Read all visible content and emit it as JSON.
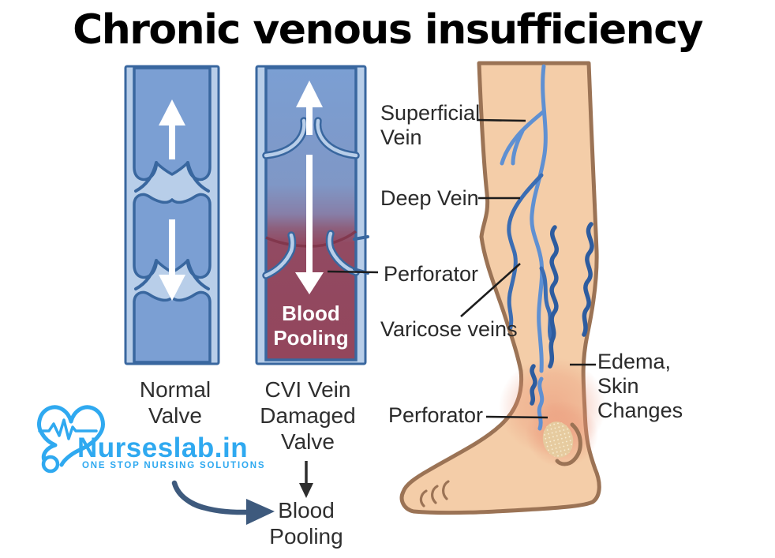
{
  "title": "Chronic venous insufficiency",
  "veins": {
    "normal_caption": "Normal\nValve",
    "cvi_caption": "CVI Vein\nDamaged\nValve",
    "pool_label": "Blood\nPooling",
    "outcome_label": "Blood\nPooling"
  },
  "labels": {
    "superficial": "Superficial\nVein",
    "deep": "Deep Vein",
    "perforator_upper": "Perforator",
    "varicose": "Varicose veins",
    "edema": "Edema,\nSkin\nChanges",
    "perforator_lower": "Perforator"
  },
  "logo": {
    "name": "Nurseslab.in",
    "tagline": "ONE STOP NURSING SOLUTIONS"
  },
  "colors": {
    "logo_blue": "#2FA9F0",
    "vein_fill": "#7B9FD3",
    "vein_wall": "#B8CEE9",
    "vein_outline": "#39679F",
    "blood_maroon": "#93465C",
    "blood_rim": "#7E3247",
    "skin": "#F4CDA8",
    "skin_outline": "#9B7355",
    "leg_vein_blue": "#5F90D2",
    "deep_vein_blue": "#3B6DB3",
    "varicose_blue": "#2D5C9F",
    "label_color": "#2A2A2A",
    "arrow_navy": "#3E5A7D"
  }
}
